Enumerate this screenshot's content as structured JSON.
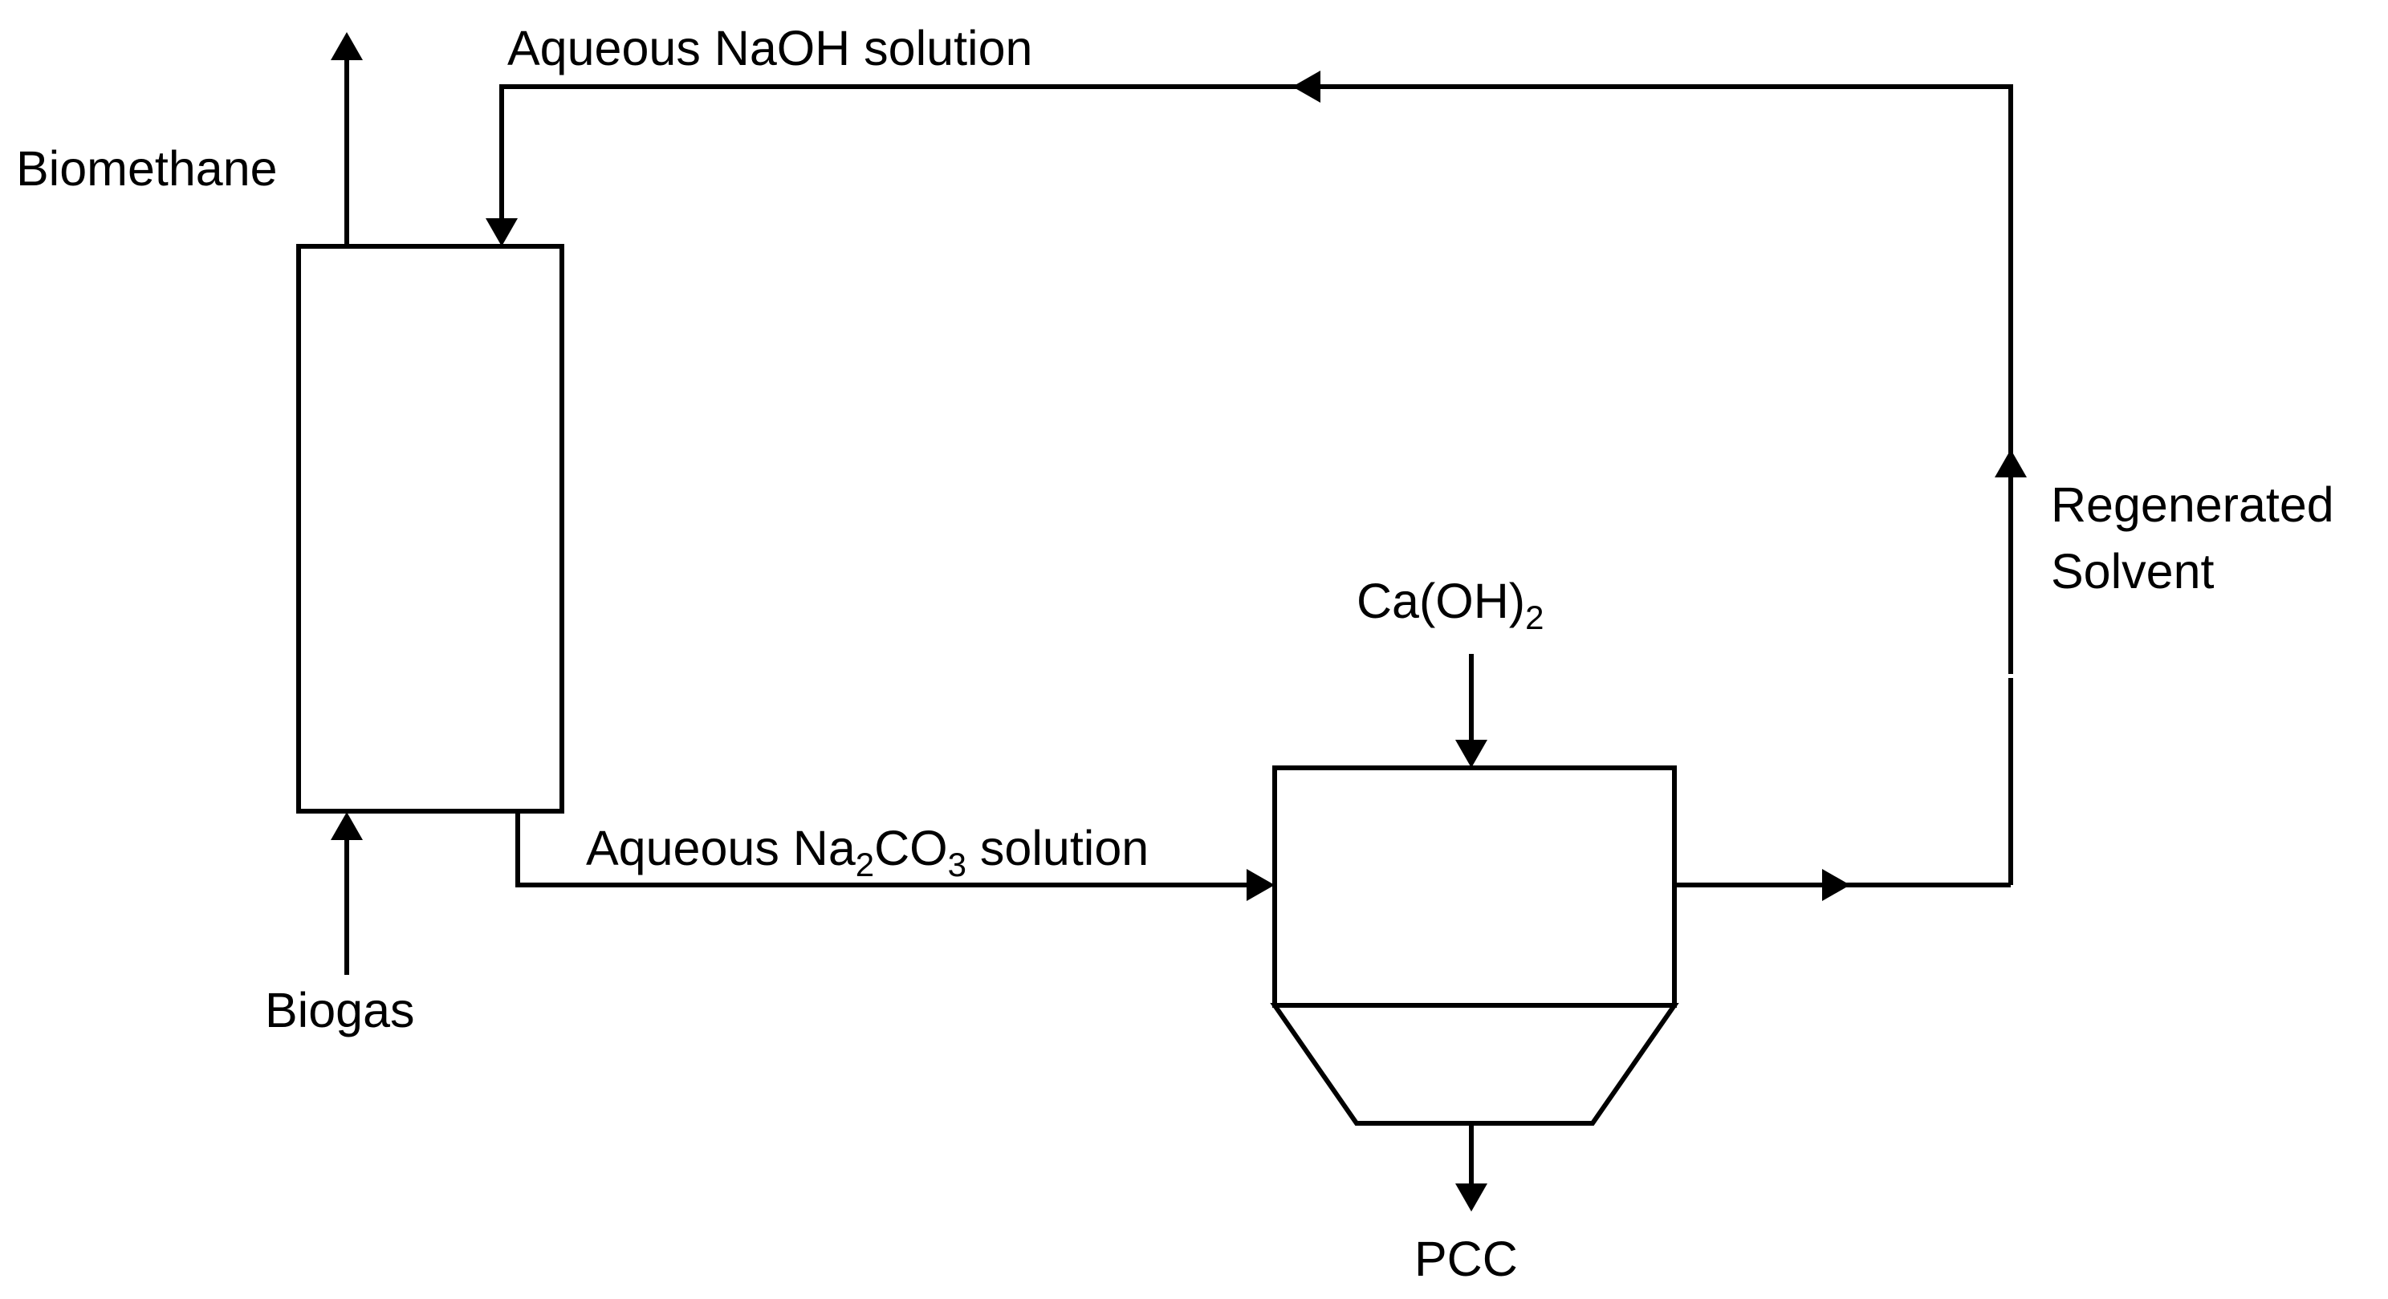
{
  "labels": {
    "biomethane": "Biomethane",
    "naoh_solution": "Aqueous NaOH solution",
    "biogas": "Biogas",
    "na2co3_prefix": "Aqueous Na",
    "na2co3_sub1": "2",
    "na2co3_mid": "CO",
    "na2co3_sub2": "3",
    "na2co3_suffix": " solution",
    "caoh_main": "Ca(OH)",
    "caoh_sub": "2",
    "regenerated": "Regenerated",
    "solvent": "Solvent",
    "pcc": "PCC"
  },
  "colors": {
    "stroke": "#000000",
    "background": "#ffffff"
  }
}
